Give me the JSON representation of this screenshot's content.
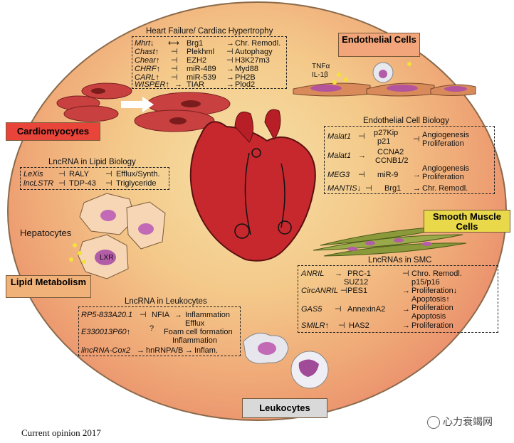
{
  "labels": {
    "cardiomyocytes": "Cardiomyocytes",
    "endothelial": "Endothelial Cells",
    "smc": "Smooth Muscle Cells",
    "lipid": "Lipid Metabolism",
    "leukocytes": "Leukocytes",
    "hepatocytes": "Hepatocytes",
    "lxr": "LXR",
    "tnf": "TNFα",
    "il1b": "IL-1β"
  },
  "heart_failure": {
    "title": "Heart Failure/ Cardiac Hypertrophy",
    "rows": [
      {
        "lnc": "Mhrt↓",
        "sym": "⟷",
        "target": "Brg1",
        "sym2": "→",
        "effect": "Chr. Remodl."
      },
      {
        "lnc": "Chast↑",
        "sym": "⊣",
        "target": "Plekhml",
        "sym2": "⊣",
        "effect": "Autophagy"
      },
      {
        "lnc": "Chear↑",
        "sym": "⊣",
        "target": "EZH2",
        "sym2": "⊣",
        "effect": "H3K27m3"
      },
      {
        "lnc": "CHRF↑",
        "sym": "⊣",
        "target": "miR-489",
        "sym2": "→",
        "effect": "Myd88"
      },
      {
        "lnc": "CARL↑",
        "sym": "⊣",
        "target": "miR-539",
        "sym2": "→",
        "effect": "PH2B"
      },
      {
        "lnc": "WISPER↑",
        "sym": "→",
        "target": "TIAR",
        "sym2": "→",
        "effect": "Plod2"
      }
    ]
  },
  "endothelial_biology": {
    "title": "Endothelial Cell Biology",
    "rows": [
      {
        "lnc": "Malat1",
        "sym": "⊣",
        "targets": [
          "p27Kip",
          "p21"
        ],
        "sym2": "⊣",
        "effects": [
          "Angiogenesis",
          "Proliferation"
        ]
      },
      {
        "lnc": "Malat1",
        "sym": "→",
        "targets": [
          "CCNA2",
          "CCNB1/2"
        ],
        "sym2": "",
        "effects": []
      },
      {
        "lnc": "MEG3",
        "sym": "⊣",
        "targets": [
          "miR-9"
        ],
        "sym2": "→",
        "effects": [
          "Angiogenesis",
          "Proliferation"
        ]
      },
      {
        "lnc": "MANTIS↓",
        "sym": "⊣",
        "targets": [
          "Brg1"
        ],
        "sym2": "→",
        "effects": [
          "Chr. Remodl."
        ]
      }
    ]
  },
  "lipid_biology": {
    "title": "LncRNA in Lipid Biology",
    "rows": [
      {
        "lnc": "LeXis",
        "sym": "⊣",
        "target": "RALY",
        "sym2": "⊣",
        "effect": "Efflux/Synth."
      },
      {
        "lnc": "lncLSTR",
        "sym": "⊣",
        "target": "TDP-43",
        "sym2": "⊣",
        "effect": "Triglyceride"
      }
    ]
  },
  "smc_lncrnas": {
    "title": "LncRNAs in SMC",
    "rows": [
      {
        "lnc": "ANRIL",
        "sym": "→",
        "targets": [
          "PRC-1",
          "SUZ12"
        ],
        "sym2": "⊣",
        "effects": [
          "Chro. Remodl.",
          "p15/p16"
        ]
      },
      {
        "lnc": "CircANRIL",
        "sym": "⊣",
        "targets": [
          "PES1"
        ],
        "sym2": "→",
        "effects": [
          "Proliferation↓",
          "Apoptosis↑"
        ]
      },
      {
        "lnc": "GAS5",
        "sym": "⊣",
        "targets": [
          "AnnexinA2"
        ],
        "sym2": "→",
        "effects": [
          "Proliferation",
          "Apoptosis"
        ]
      },
      {
        "lnc": "SMILR↑",
        "sym": "⊣",
        "targets": [
          "HAS2"
        ],
        "sym2": "→",
        "effects": [
          "Proliferation"
        ]
      }
    ]
  },
  "leukocytes_box": {
    "title": "LncRNA in Leukocytes",
    "rows": [
      {
        "lnc": "RP5-833A20.1",
        "sym": "⊣",
        "target": "NFIA",
        "sym2": "→",
        "effects": [
          "Inflammation",
          "Efflux"
        ]
      },
      {
        "lnc": "E330013P60↑",
        "sym": "?",
        "target": "",
        "sym2": "",
        "effects": [
          "Foam cell formation",
          "Inflammation"
        ]
      },
      {
        "lnc": "lincRNA-Cox2",
        "sym": "→",
        "target": "hnRNPA/B",
        "sym2": "→",
        "effects": [
          "Inflam."
        ]
      }
    ]
  },
  "caption": "Current opinion 2017",
  "watermark": "心力衰竭网",
  "colors": {
    "cardio_label": "#e8443a",
    "endo_label": "#f2a57a",
    "smc_label": "#e8d84a",
    "lipid_label": "#f1b27a",
    "leuko_label": "#d9d9d9"
  }
}
